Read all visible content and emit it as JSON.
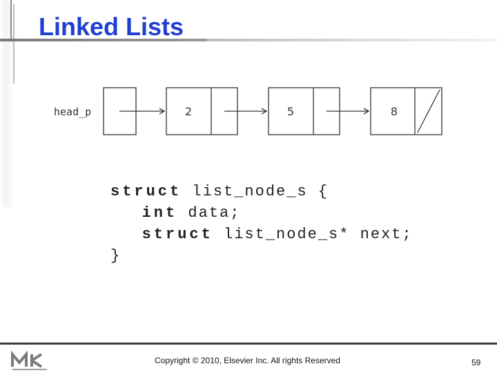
{
  "slide": {
    "title": "Linked Lists",
    "copyright": "Copyright © 2010, Elsevier Inc. All rights Reserved",
    "page_number": "59",
    "logo_icon": "mk-logo-icon",
    "title_color": "#1f3fd1"
  },
  "diagram": {
    "head_label": "head_p",
    "nodes": [
      {
        "data": "2",
        "next": "pointer"
      },
      {
        "data": "5",
        "next": "pointer"
      },
      {
        "data": "8",
        "next": "null"
      }
    ]
  },
  "code": {
    "line1": {
      "kw": "struct",
      "rest": " list_node_s {"
    },
    "line2": {
      "kw": "int",
      "rest": " data;"
    },
    "line3": {
      "kw": "struct",
      "rest": " list_node_s* next;"
    },
    "line4": "}"
  }
}
